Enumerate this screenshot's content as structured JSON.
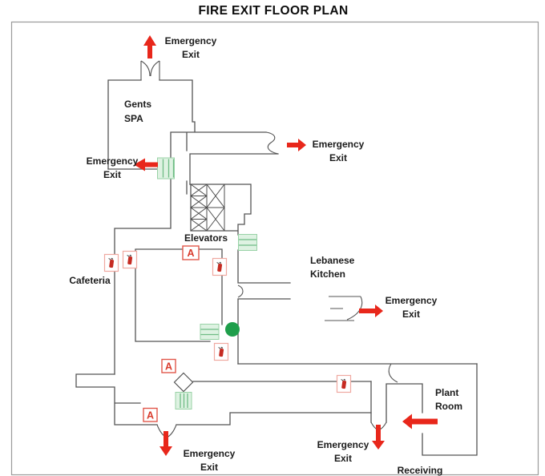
{
  "title": "FIRE EXIT FLOOR PLAN",
  "rooms": {
    "gents_spa": {
      "line1": "Gents",
      "line2": "SPA"
    },
    "elevators": {
      "label": "Elevators"
    },
    "cafeteria": {
      "label": "Cafeteria"
    },
    "lebanese_kitchen": {
      "line1": "Lebanese",
      "line2": "Kitchen"
    },
    "plant_room": {
      "line1": "Plant",
      "line2": "Room"
    },
    "receiving": {
      "label": "Receiving"
    }
  },
  "exits": {
    "top": {
      "line1": "Emergency",
      "line2": "Exit"
    },
    "upper_right": {
      "line1": "Emergency",
      "line2": "Exit"
    },
    "left": {
      "line1": "Emergency",
      "line2": "Exit"
    },
    "mid_right": {
      "line1": "Emergency",
      "line2": "Exit"
    },
    "bottom_left": {
      "line1": "Emergency",
      "line2": "Exit"
    },
    "bottom_right": {
      "line1": "Emergency",
      "line2": "Exit"
    }
  },
  "markers": {
    "a_badge_letter": "A"
  },
  "colors": {
    "exit_arrow_red": "#e8271b",
    "a_marker_red": "#d93a2b",
    "stair_fill_green": "#def2e2",
    "stair_line_green": "#6fbc85",
    "assembly_point_green": "#1f9e4b",
    "wall_gray": "#545454"
  }
}
